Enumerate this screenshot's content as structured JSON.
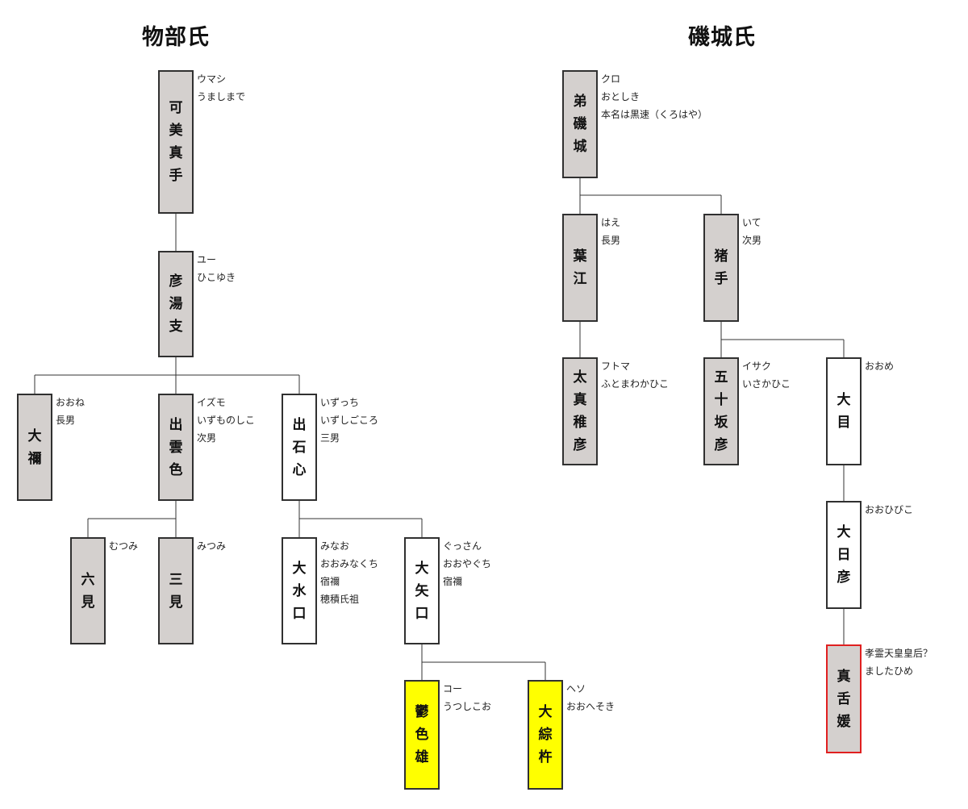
{
  "titles": {
    "mononobe": "物部氏",
    "shiki": "磯城氏"
  },
  "persons": {
    "umashimade": {
      "name": "可\n美\n真\n手",
      "notes": [
        "ウマシ",
        "うましまで"
      ]
    },
    "hikoyuki": {
      "name": "彦\n湯\n支",
      "notes": [
        "ユー",
        "ひこゆき"
      ]
    },
    "oone": {
      "name": "大\n禰",
      "notes": [
        "おおね",
        "長男"
      ]
    },
    "izumoshiko": {
      "name": "出\n雲\n色",
      "notes": [
        "イズモ",
        "いずものしこ",
        "次男"
      ]
    },
    "izushigokoro": {
      "name": "出\n石\n心",
      "notes": [
        "いずっち",
        "いずしごころ",
        "三男"
      ]
    },
    "mutsumi": {
      "name": "六\n見",
      "notes": [
        "むつみ"
      ]
    },
    "mitsumi": {
      "name": "三\n見",
      "notes": [
        "みつみ"
      ]
    },
    "ominakuchi": {
      "name": "大\n水\n口",
      "notes": [
        "みなお",
        "おおみなくち",
        "宿禰",
        "穂積氏祖"
      ]
    },
    "oyaguchi": {
      "name": "大\n矢\n口",
      "notes": [
        "ぐっさん",
        "おおやぐち",
        "宿禰"
      ]
    },
    "utsushikoo": {
      "name": "鬱\n色\n雄",
      "notes": [
        "コー",
        "うつしこお"
      ]
    },
    "ohesoki": {
      "name": "大\n綜\n杵",
      "notes": [
        "ヘソ",
        "おおへそき"
      ]
    },
    "otoshiki": {
      "name": "弟\n磯\n城",
      "notes": [
        "クロ",
        "おとしき",
        "本名は黒速（くろはや）"
      ]
    },
    "hae": {
      "name": "葉\n江",
      "notes": [
        "はえ",
        "長男"
      ]
    },
    "ite": {
      "name": "猪\n手",
      "notes": [
        "いて",
        "次男"
      ]
    },
    "futomawakahiko": {
      "name": "太\n真\n稚\n彦",
      "notes": [
        "フトマ",
        "ふとまわかひこ"
      ]
    },
    "isakahiko": {
      "name": "五\n十\n坂\n彦",
      "notes": [
        "イサク",
        "いさかひこ"
      ]
    },
    "oome": {
      "name": "大\n目",
      "notes": [
        "おおめ"
      ]
    },
    "oohibiko": {
      "name": "大\n日\n彦",
      "notes": [
        "おおひびこ"
      ]
    },
    "mashitahime": {
      "name": "真\n舌\n媛",
      "notes": [
        "孝霊天皇皇后？",
        "ましたひめ"
      ]
    }
  }
}
